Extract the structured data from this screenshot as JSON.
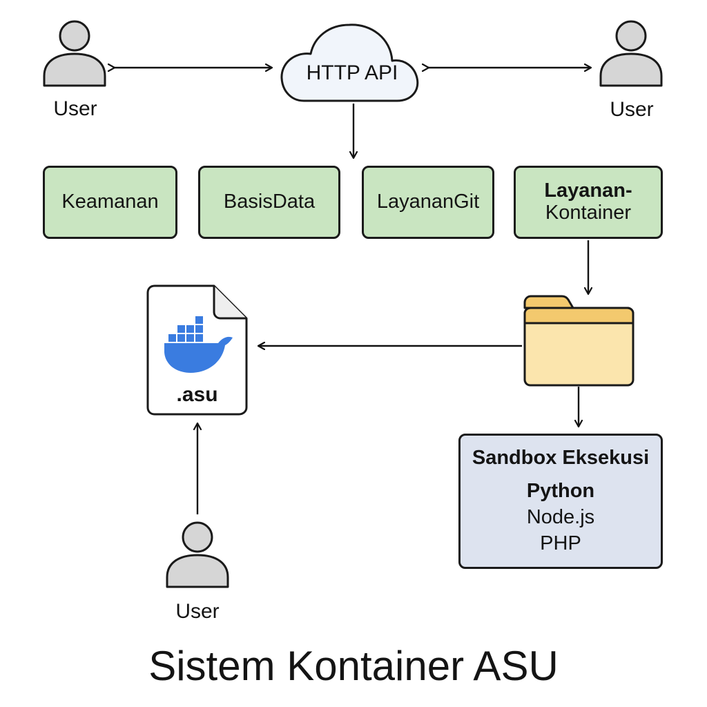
{
  "users": {
    "left": "User",
    "right": "User",
    "bottom": "User"
  },
  "api": {
    "label": "HTTP API"
  },
  "services": [
    {
      "label": "Keamanan"
    },
    {
      "label": "BasisData"
    },
    {
      "label": "LayananGit"
    },
    {
      "label_line1": "Layanan-",
      "label_line2": "Kontainer"
    }
  ],
  "file": {
    "label": ".asu",
    "icon": "docker-whale-icon"
  },
  "folder": {
    "icon": "folder-icon"
  },
  "sandbox": {
    "title": "Sandbox Eksekusi",
    "runtimes": [
      "Python",
      "Node.js",
      "PHP"
    ]
  },
  "title": "Sistem Kontainer ASU",
  "colors": {
    "service_fill": "#c9e5c1",
    "sandbox_fill": "#dde3ef",
    "cloud_fill": "#f1f5fb",
    "folder_fill": "#fbe5ad",
    "folder_tab": "#f3c96e",
    "docker_blue": "#3a7ce0",
    "user_gray": "#d6d6d6"
  }
}
